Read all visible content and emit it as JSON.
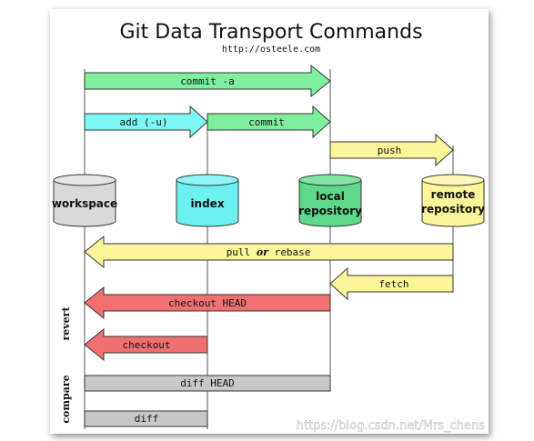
{
  "title": "Git Data Transport Commands",
  "subtitle": "http://osteele.com",
  "watermark": "https://blog.csdn.net/Mrs_chens",
  "repositories": [
    {
      "key": "workspace",
      "lines": [
        "workspace"
      ],
      "color": "#d9d9d9"
    },
    {
      "key": "index",
      "lines": [
        "index"
      ],
      "color": "#6cf0f0"
    },
    {
      "key": "local-repository",
      "lines": [
        "local",
        "repository"
      ],
      "color": "#5ed98a"
    },
    {
      "key": "remote-repository",
      "lines": [
        "remote",
        "repository"
      ],
      "color": "#fcf59a"
    }
  ],
  "commands": {
    "commit_all": "commit -a",
    "add": "add (-u)",
    "commit": "commit",
    "push": "push",
    "pull_prefix": "pull ",
    "pull_or": "or",
    "pull_suffix": " rebase",
    "fetch": "fetch",
    "checkout_head": "checkout HEAD",
    "checkout": "checkout",
    "diff_head": "diff HEAD",
    "diff": "diff"
  },
  "side_labels": {
    "revert": "revert",
    "compare": "compare"
  },
  "colors": {
    "green": "#7ef09d",
    "cyan": "#7ef7f7",
    "yellow": "#fcf59a",
    "red": "#f07070",
    "gray": "#c8c8c8"
  }
}
